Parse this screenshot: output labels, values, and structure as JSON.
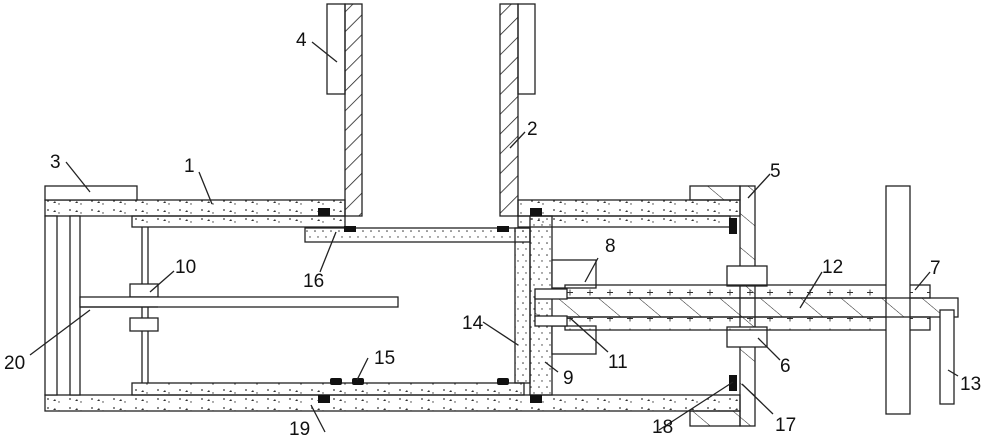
{
  "labels": {
    "n1": "1",
    "n2": "2",
    "n3": "3",
    "n4": "4",
    "n5": "5",
    "n6": "6",
    "n7": "7",
    "n8": "8",
    "n9": "9",
    "n10": "10",
    "n11": "11",
    "n12": "12",
    "n13": "13",
    "n14": "14",
    "n15": "15",
    "n16": "16",
    "n17": "17",
    "n18": "18",
    "n19": "19",
    "n20": "20"
  },
  "colors": {
    "line": "#222222",
    "seal": "#111111",
    "fill": "#ffffff"
  }
}
